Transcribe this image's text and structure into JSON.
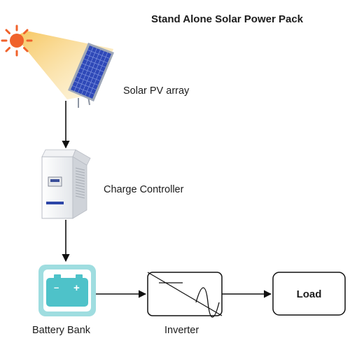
{
  "diagram": {
    "title": "Stand Alone Solar Power Pack",
    "nodes": [
      {
        "id": "solar",
        "label": "Solar PV array",
        "icon": "solar-panel-icon"
      },
      {
        "id": "controller",
        "label": "Charge Controller",
        "icon": "charge-controller-icon"
      },
      {
        "id": "battery",
        "label": "Battery Bank",
        "icon": "battery-icon"
      },
      {
        "id": "inverter",
        "label": "Inverter",
        "icon": "inverter-icon"
      },
      {
        "id": "load",
        "label": "Load"
      }
    ],
    "battery_symbols": {
      "minus": "–",
      "plus": "+"
    },
    "edges": [
      {
        "from": "solar",
        "to": "controller"
      },
      {
        "from": "controller",
        "to": "battery"
      },
      {
        "from": "battery",
        "to": "inverter"
      },
      {
        "from": "inverter",
        "to": "load"
      }
    ],
    "colors": {
      "sun": "#f0622b",
      "sunbeam": "#f7cf6b",
      "panel_cell": "#2f49b8",
      "panel_frame": "#9ea7b8",
      "battery_border": "#9fdde0",
      "battery_fill": "#4ec2c9",
      "arrow": "#111111"
    }
  }
}
